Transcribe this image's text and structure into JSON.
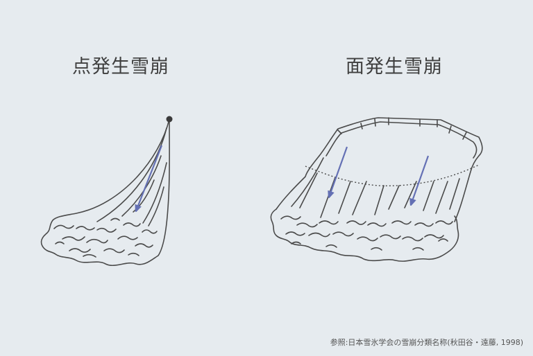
{
  "panels": {
    "left": {
      "title": "点発生雪崩"
    },
    "right": {
      "title": "面発生雪崩"
    }
  },
  "source": "参照:日本雪氷学会の雪崩分類名称(秋田谷・遠藤, 1998)",
  "colors": {
    "background": "#e6ebef",
    "line": "#4a4a4a",
    "arrow": "#6470b4"
  }
}
